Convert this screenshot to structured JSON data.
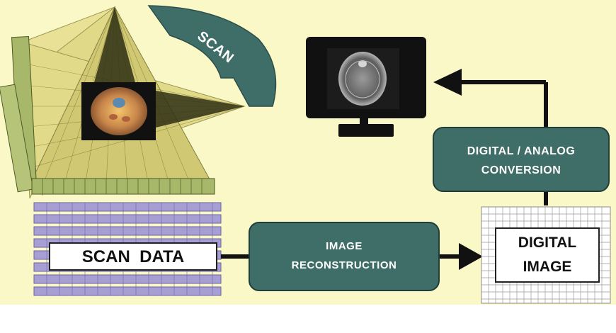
{
  "labels": {
    "scan": "SCAN",
    "scan_data": "SCAN  DATA",
    "image_reconstruction_line1": "IMAGE",
    "image_reconstruction_line2": "RECONSTRUCTION",
    "digital_analog_line1": "DIGITAL / ANALOG",
    "digital_analog_line2": "CONVERSION",
    "digital_image_line1": "DIGITAL",
    "digital_image_line2": "IMAGE"
  },
  "colors": {
    "background": "#fbf8c8",
    "process_box": "#3f6d67",
    "detector_green": "#a7b86a",
    "fan_yellow": "#d9d27a",
    "scan_arrow": "#3f6d67",
    "data_strip": "#a79fd4",
    "arrow": "#111111"
  }
}
